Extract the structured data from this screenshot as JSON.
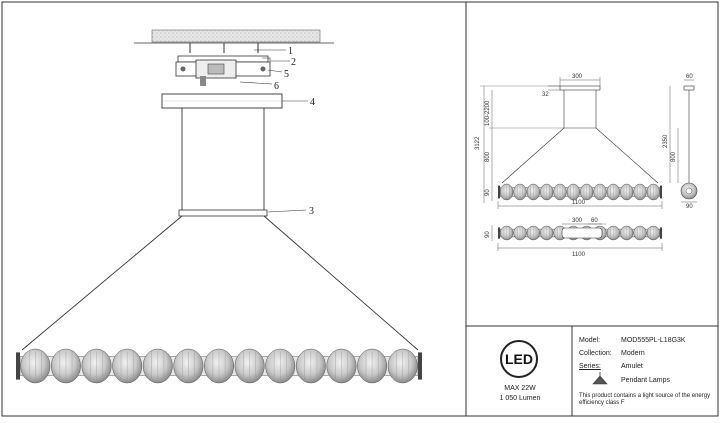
{
  "callouts": [
    "1",
    "2",
    "3",
    "4",
    "5",
    "6"
  ],
  "dimensions": {
    "front": {
      "canopy_width": "300",
      "canopy_height": "32",
      "overall_height": "3122",
      "cable_adjust": "100-2200",
      "cone_height": "800",
      "bar_height": "90",
      "bar_length": "1100"
    },
    "side": {
      "canopy_depth": "60",
      "overall_height": "2350",
      "cone_height": "800",
      "bar_depth": "90"
    },
    "top": {
      "canopy_width": "300",
      "canopy_depth": "60",
      "bar_depth": "90",
      "bar_length": "1100"
    }
  },
  "led_badge": {
    "logo_text": "LED",
    "power": "MAX 22W",
    "lumen": "1 050 Lumen"
  },
  "info": {
    "model_label": "Model:",
    "model_value": "MOD555PL-L18G3K",
    "collection_label": "Collection:",
    "collection_value": "Modern",
    "series_label": "Series:",
    "series_value": "Amulet",
    "type_value": "Pendant Lamps",
    "note": "This product contains a light source of the energy efficiency class F"
  }
}
